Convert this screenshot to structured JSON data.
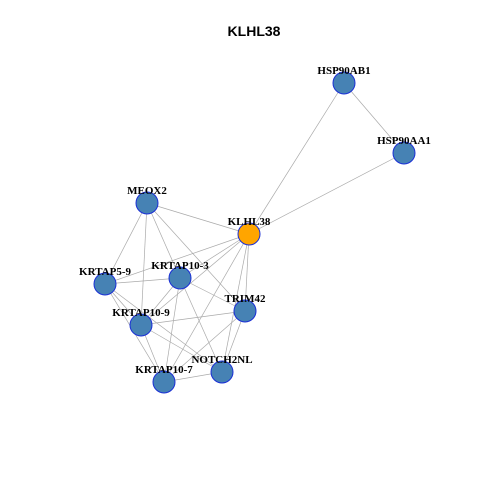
{
  "title": "KLHL38",
  "colors": {
    "default_node": "#4682b4",
    "focus_node": "#ffa500",
    "node_border": "#1a2fd6",
    "edge": "#aaaaaa"
  },
  "nodes": [
    {
      "id": "HSP90AB1",
      "label": "HSP90AB1",
      "focus": false
    },
    {
      "id": "HSP90AA1",
      "label": "HSP90AA1",
      "focus": false
    },
    {
      "id": "MEOX2",
      "label": "MEOX2",
      "focus": false
    },
    {
      "id": "KLHL38",
      "label": "KLHL38",
      "focus": true
    },
    {
      "id": "KRTAP5-9",
      "label": "KRTAP5-9",
      "focus": false
    },
    {
      "id": "KRTAP10-3",
      "label": "KRTAP10-3",
      "focus": false
    },
    {
      "id": "TRIM42",
      "label": "TRIM42",
      "focus": false
    },
    {
      "id": "KRTAP10-9",
      "label": "KRTAP10-9",
      "focus": false
    },
    {
      "id": "NOTCH2NL",
      "label": "NOTCH2NL",
      "focus": false
    },
    {
      "id": "KRTAP10-7",
      "label": "KRTAP10-7",
      "focus": false
    }
  ],
  "edges": [
    [
      "HSP90AB1",
      "HSP90AA1"
    ],
    [
      "HSP90AB1",
      "KLHL38"
    ],
    [
      "HSP90AA1",
      "KLHL38"
    ],
    [
      "MEOX2",
      "KLHL38"
    ],
    [
      "MEOX2",
      "KRTAP5-9"
    ],
    [
      "MEOX2",
      "KRTAP10-3"
    ],
    [
      "MEOX2",
      "KRTAP10-9"
    ],
    [
      "MEOX2",
      "TRIM42"
    ],
    [
      "KLHL38",
      "KRTAP5-9"
    ],
    [
      "KLHL38",
      "KRTAP10-3"
    ],
    [
      "KLHL38",
      "TRIM42"
    ],
    [
      "KLHL38",
      "KRTAP10-9"
    ],
    [
      "KLHL38",
      "NOTCH2NL"
    ],
    [
      "KLHL38",
      "KRTAP10-7"
    ],
    [
      "KRTAP5-9",
      "KRTAP10-3"
    ],
    [
      "KRTAP5-9",
      "KRTAP10-9"
    ],
    [
      "KRTAP5-9",
      "KRTAP10-7"
    ],
    [
      "KRTAP5-9",
      "NOTCH2NL"
    ],
    [
      "KRTAP10-3",
      "KRTAP10-9"
    ],
    [
      "KRTAP10-3",
      "TRIM42"
    ],
    [
      "KRTAP10-3",
      "KRTAP10-7"
    ],
    [
      "KRTAP10-3",
      "NOTCH2NL"
    ],
    [
      "KRTAP10-9",
      "TRIM42"
    ],
    [
      "KRTAP10-9",
      "KRTAP10-7"
    ],
    [
      "KRTAP10-9",
      "NOTCH2NL"
    ],
    [
      "TRIM42",
      "KRTAP10-7"
    ],
    [
      "TRIM42",
      "NOTCH2NL"
    ],
    [
      "KRTAP10-7",
      "NOTCH2NL"
    ]
  ]
}
